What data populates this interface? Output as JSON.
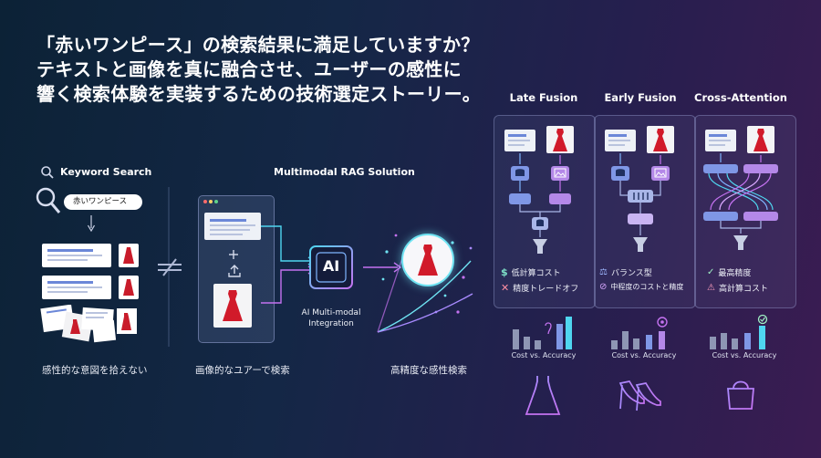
{
  "headline": {
    "lines": [
      "「赤いワンピース」の検索結果に満足していますか？",
      "テキストと画像を真に融合させ、ユーザーの感性に",
      "響く検索体験を実装するための技術選定ストーリー。"
    ]
  },
  "keyword_search": {
    "title": "Keyword Search",
    "query": "赤いワンピース",
    "caption": "感性的な意図を拾えない"
  },
  "multimodal": {
    "title": "Multimodal RAG Solution",
    "ai_label": "AI",
    "integration_label_1": "AI Multi-modal",
    "integration_label_2": "Integration",
    "caption_left": "画像的なユアーで検索",
    "caption_right": "高精度な感性検索"
  },
  "columns": [
    {
      "title": "Late Fusion",
      "features": [
        {
          "icon": "dollar-icon",
          "text": "低計算コスト",
          "color": "#7ee0c8"
        },
        {
          "icon": "cross-icon",
          "text": "精度トレードオフ",
          "color": "#ff8fa3"
        }
      ],
      "chart_caption": "Cost vs. Accuracy",
      "product_icon": "dress-icon"
    },
    {
      "title": "Early Fusion",
      "features": [
        {
          "icon": "scale-icon",
          "text": "バランス型",
          "color": "#9fb8ff"
        },
        {
          "icon": "slash-circle-icon",
          "text": "中程度のコストと精度",
          "color": "#d9a8ff"
        }
      ],
      "chart_caption": "Cost vs. Accuracy",
      "product_icon": "heels-icon"
    },
    {
      "title": "Cross-Attention",
      "features": [
        {
          "icon": "check-circle-icon",
          "text": "最高精度",
          "color": "#9ff0c4"
        },
        {
          "icon": "warning-icon",
          "text": "高計算コスト",
          "color": "#ff9fbf"
        }
      ],
      "chart_caption": "Cost vs. Accuracy",
      "product_icon": "handbag-icon"
    }
  ],
  "colors": {
    "accent_blue": "#7f97e6",
    "accent_purple": "#b488e8",
    "accent_cyan": "#4fd6f0",
    "dress_red": "#d11a2a"
  }
}
